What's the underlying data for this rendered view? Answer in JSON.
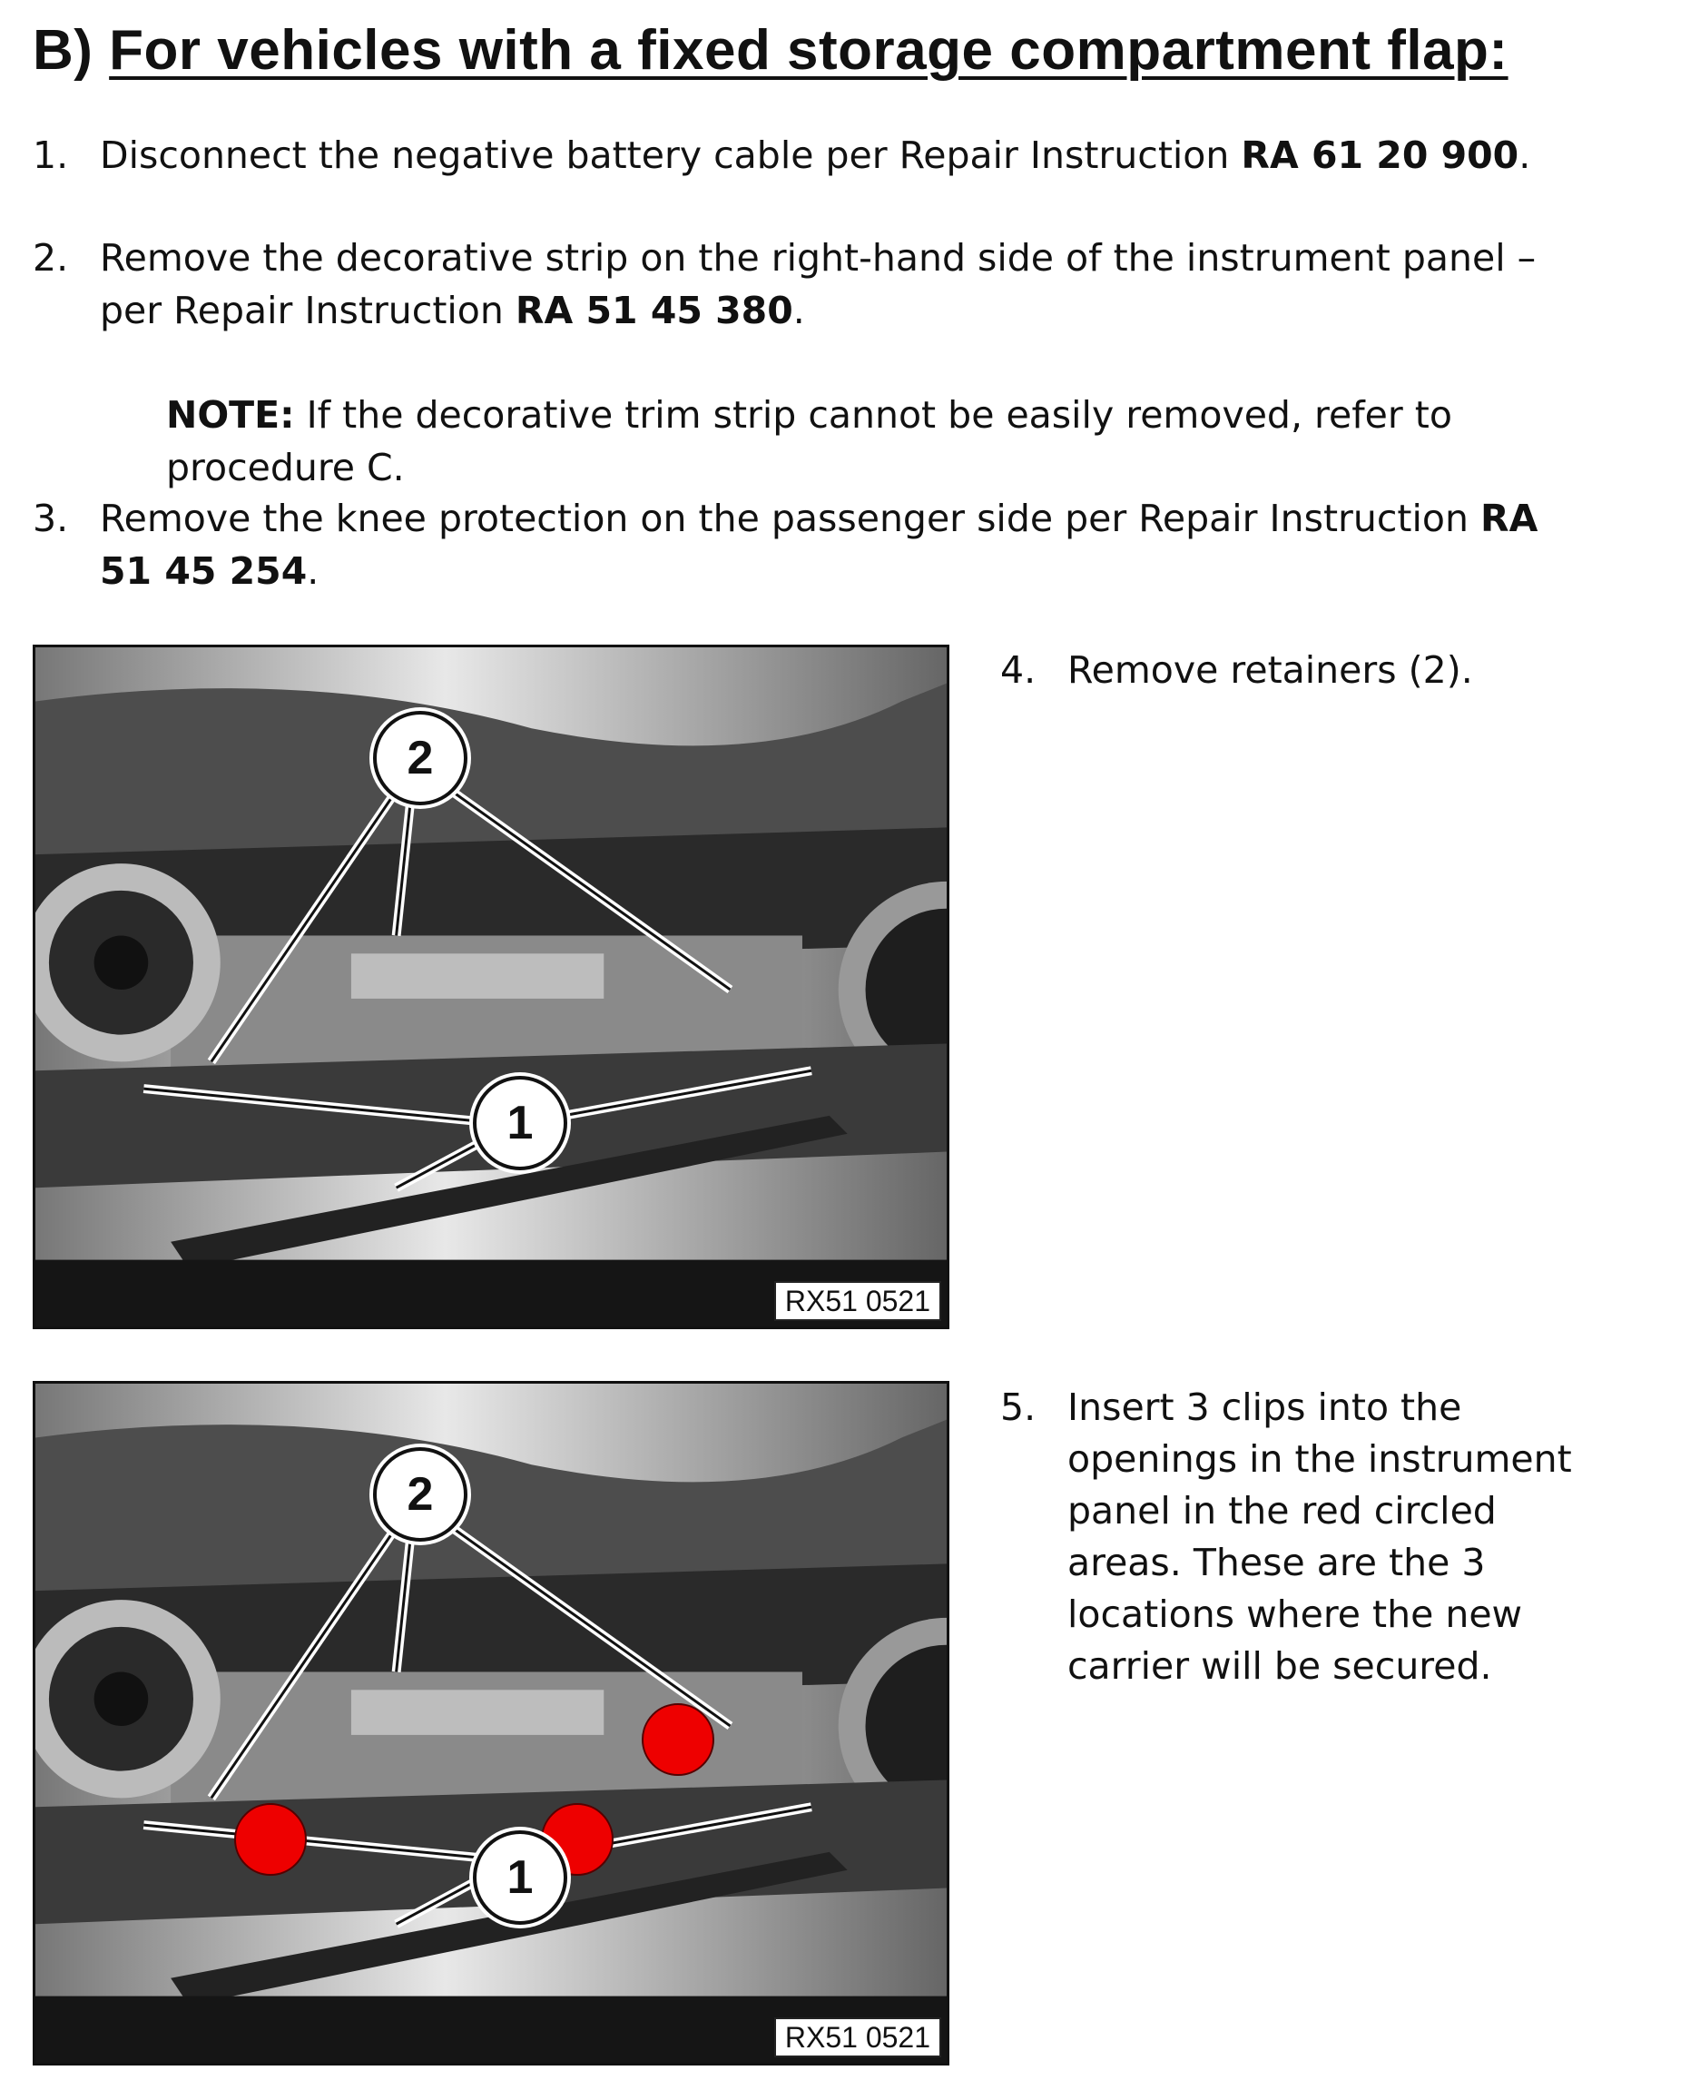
{
  "heading": {
    "prefix": "B) ",
    "title": "For vehicles with a fixed storage compartment flap:"
  },
  "steps": [
    {
      "num": "1.",
      "line1": "Disconnect the negative battery cable per Repair Instruction ",
      "ref1": "RA 61 20 900",
      "end1": "."
    },
    {
      "num": "2.",
      "line1": "Remove the decorative strip on the right-hand side of the instrument panel –",
      "line2": "per Repair Instruction ",
      "ref2": "RA 51 45 380",
      "end2": "."
    },
    {
      "num": "3.",
      "line1": "Remove the knee protection on the passenger side per Repair Instruction ",
      "ref1": "RA",
      "ref2": "51 45 254",
      "end2": "."
    },
    {
      "num": "4.",
      "text": "Remove retainers (2)."
    },
    {
      "num": "5.",
      "lines": [
        "Insert 3 clips into the",
        "openings in the instrument",
        "panel in the red circled",
        "areas. These are the 3",
        "locations where the new",
        "carrier will be secured."
      ]
    }
  ],
  "note": {
    "label": "NOTE:",
    "line1": " If the decorative trim strip cannot be easily removed, refer to",
    "line2": "procedure C."
  },
  "figures": [
    {
      "label": "RX51 0521",
      "callouts": [
        "2",
        "1"
      ]
    },
    {
      "label": "RX51 0521",
      "callouts": [
        "2",
        "1"
      ]
    }
  ],
  "colors": {
    "text": "#111111",
    "marker": "#ee0000"
  }
}
